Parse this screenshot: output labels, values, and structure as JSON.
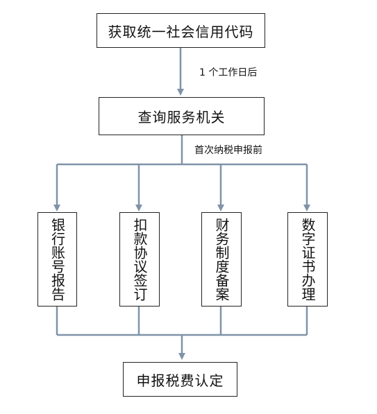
{
  "diagram": {
    "colors": {
      "arrow": "#7f93a8",
      "box_border": "#222222",
      "text": "#111111"
    },
    "top_box": "获取统一社会信用代码",
    "label_1": "1 个工作日后",
    "second_box": "查询服务机关",
    "label_2": "首次纳税申报前",
    "branches": [
      "银行账号报告",
      "扣款协议签订",
      "财务制度备案",
      "数字证书办理"
    ],
    "bottom_box": "申报税费认定"
  }
}
